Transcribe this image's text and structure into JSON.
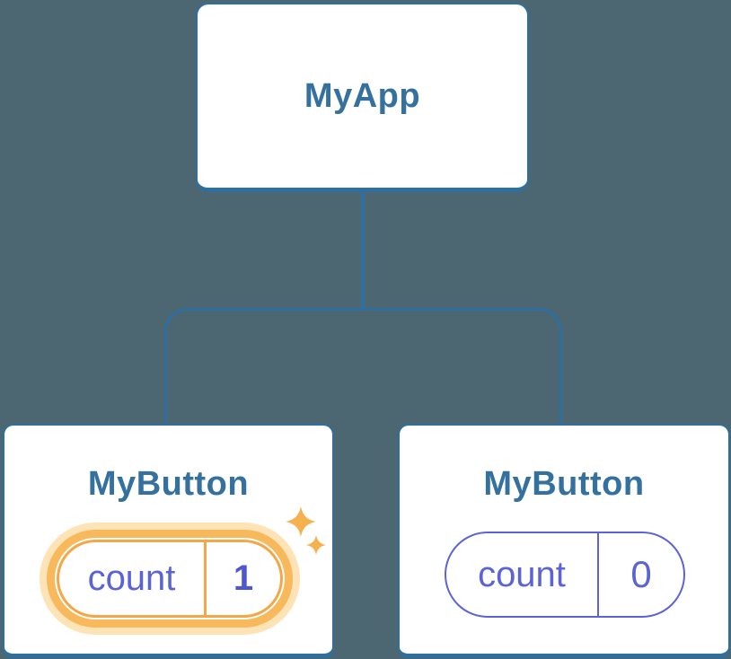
{
  "colors": {
    "background": "#4D6772",
    "node_border": "#2F6F9F",
    "node_title": "#35719E",
    "state_text": "#5C63D6",
    "state_value": "#4F57CF",
    "highlight_border": "#F5A646",
    "highlight_ring": "#F8B85C",
    "highlight_glow": "#FDE3B5",
    "sparkle": "#F6B14F"
  },
  "tree": {
    "root": {
      "title": "MyApp"
    },
    "children": [
      {
        "title": "MyButton",
        "state": {
          "label": "count",
          "value": "1",
          "highlighted": true
        }
      },
      {
        "title": "MyButton",
        "state": {
          "label": "count",
          "value": "0",
          "highlighted": false
        }
      }
    ]
  }
}
